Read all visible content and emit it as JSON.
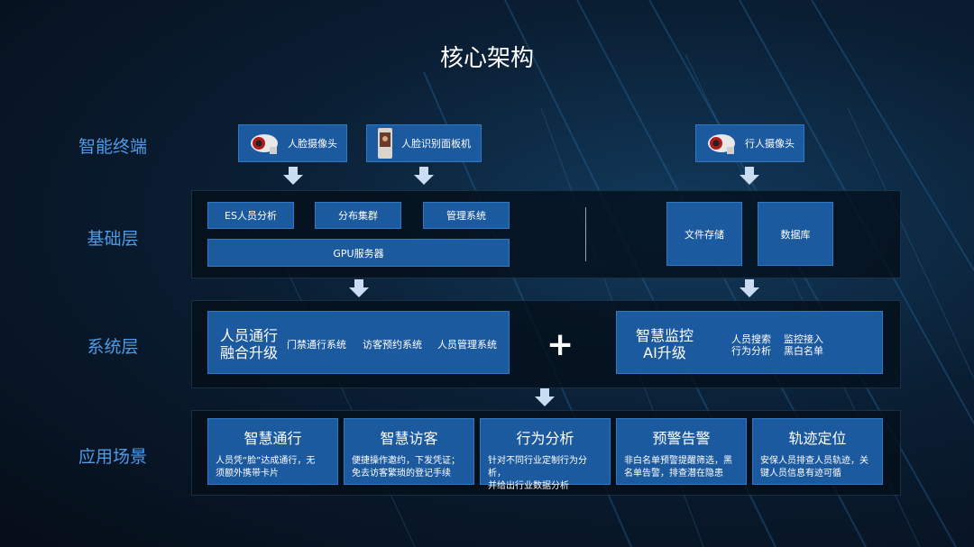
{
  "title": "核心架构",
  "rows": {
    "terminal": "智能终端",
    "base": "基础层",
    "system": "系统层",
    "app": "应用场景"
  },
  "terminals": [
    {
      "label": "人脸摄像头",
      "icon": "camera-icon"
    },
    {
      "label": "人脸识别面板机",
      "icon": "face-panel-icon"
    },
    {
      "label": "行人摄像头",
      "icon": "camera-icon"
    }
  ],
  "base": {
    "es": "ES人员分析",
    "cluster": "分布集群",
    "mgmt": "管理系统",
    "gpu": "GPU服务器",
    "file": "文件存储",
    "db": "数据库"
  },
  "system": {
    "left_title_1": "人员通行",
    "left_title_2": "融合升级",
    "items": [
      "门禁通行系统",
      "访客预约系统",
      "人员管理系统"
    ],
    "plus": "+",
    "right_title_1": "智慧监控",
    "right_title_2": "AI升级",
    "right_items": [
      "人员搜索",
      "监控接入",
      "行为分析",
      "黑白名单"
    ]
  },
  "apps": [
    {
      "title": "智慧通行",
      "desc_1": "人员凭“脸”达成通行，无",
      "desc_2": "须额外携带卡片"
    },
    {
      "title": "智慧访客",
      "desc_1": "便捷操作邀约，下发凭证；",
      "desc_2": "免去访客繁琐的登记手续"
    },
    {
      "title": "行为分析",
      "desc_1": "针对不同行业定制行为分析，",
      "desc_2": "并给出行业数据分析"
    },
    {
      "title": "预警告警",
      "desc_1": "非白名单预警提醒筛选，黑",
      "desc_2": "名单告警，排查潜在隐患"
    },
    {
      "title": "轨迹定位",
      "desc_1": "安保人员排查人员轨迹，关",
      "desc_2": "键人员信息有迹可循"
    }
  ],
  "colors": {
    "accent": "#1c5aa0",
    "label": "#4e9be6",
    "background": "#0a1e33"
  }
}
